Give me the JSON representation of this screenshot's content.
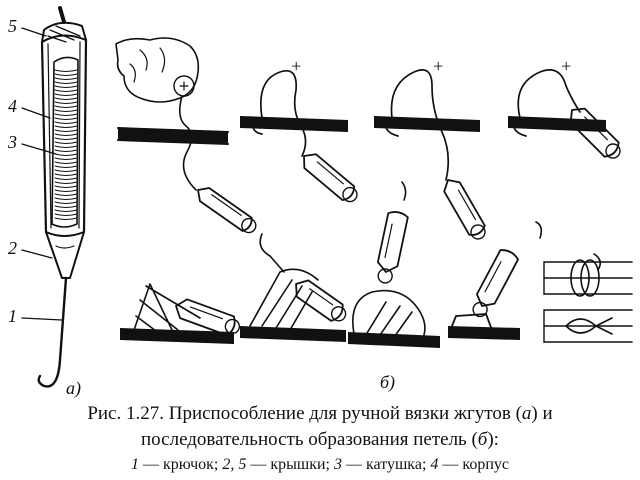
{
  "figure": {
    "part_labels": [
      "5",
      "4",
      "3",
      "2",
      "1"
    ],
    "panel_a_label": "а)",
    "panel_b_label": "б)",
    "step_marks": [
      "+",
      "+",
      "+",
      "+"
    ]
  },
  "caption": {
    "line1_prefix": "Рис. 1.27. Приспособление для ручной вязки жгутов (",
    "line1_a": "а",
    "line1_suffix": ") и",
    "line2_prefix": "последовательность образования петель (",
    "line2_b": "б",
    "line2_suffix": "):",
    "legend": [
      {
        "num": "1",
        "text": " — крючок; "
      },
      {
        "num": "2, 5",
        "text": " — крышки; "
      },
      {
        "num": "3",
        "text": " — катушка; "
      },
      {
        "num": "4",
        "text": " — корпус"
      }
    ]
  }
}
